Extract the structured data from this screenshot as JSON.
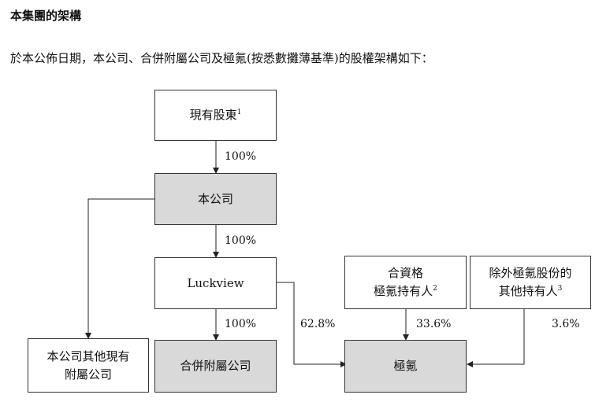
{
  "heading": "本集團的架構",
  "intro": "於本公佈日期，本公司、合併附屬公司及極氪(按悉數攤薄基準)的股權架構如下：",
  "boxes": {
    "existing_shareholders": {
      "label": "現有股東",
      "note": "1"
    },
    "company": {
      "label": "本公司"
    },
    "luckview": {
      "label": "Luckview"
    },
    "consolidated_subsidiaries": {
      "label": "合併附屬公司"
    },
    "other_subsidiaries": {
      "line1": "本公司其他現有",
      "line2": "附屬公司"
    },
    "qualified_holders": {
      "line1": "合資格",
      "line2": "極氪持有人",
      "note": "2"
    },
    "other_holders": {
      "line1": "除外極氪股份的",
      "line2": "其他持有人",
      "note": "3"
    },
    "zeekr": {
      "label": "極氪"
    }
  },
  "percentages": {
    "shareholders_to_company": "100%",
    "company_to_luckview": "100%",
    "luckview_to_subsidiaries": "100%",
    "luckview_to_zeekr": "62.8%",
    "qualified_to_zeekr": "33.6%",
    "other_to_zeekr": "3.6%"
  }
}
